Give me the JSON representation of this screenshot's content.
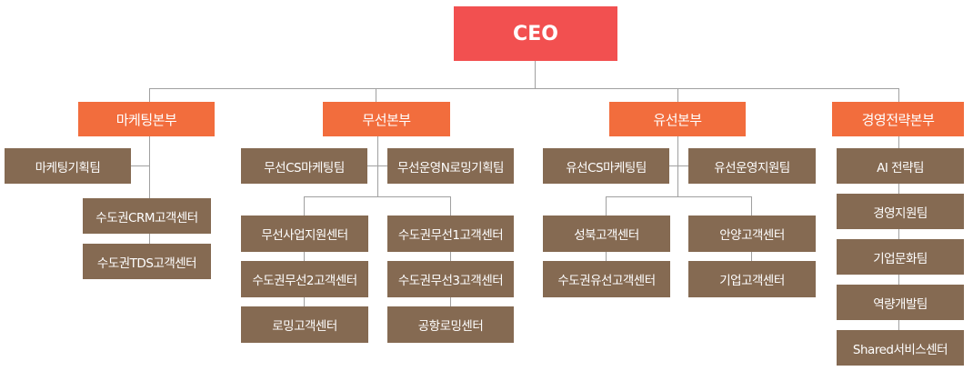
{
  "ceo": "CEO",
  "divisions": {
    "marketing": {
      "label": "마케팅본부",
      "teams": [
        "마케팅기획팀",
        "수도권CRM고객센터",
        "수도권TDS고객센터"
      ]
    },
    "wireless": {
      "label": "무선본부",
      "teams": [
        "무선CS마케팅팀",
        "무선운영N로밍기획팀",
        "무선사업지원센터",
        "수도권무선1고객센터",
        "수도권무선2고객센터",
        "수도권무선3고객센터",
        "로밍고객센터",
        "공항로밍센터"
      ]
    },
    "wired": {
      "label": "유선본부",
      "teams": [
        "유선CS마케팅팀",
        "유선운영지원팀",
        "성북고객센터",
        "안양고객센터",
        "수도권유선고객센터",
        "기업고객센터"
      ]
    },
    "strategy": {
      "label": "경영전략본부",
      "teams": [
        "AI 전략팀",
        "경영지원팀",
        "기업문화팀",
        "역량개발팀",
        "Shared서비스센터"
      ]
    }
  },
  "colors": {
    "ceo": "#f25050",
    "division": "#f26d3d",
    "team": "#856a52",
    "line": "#a0a0a0"
  }
}
